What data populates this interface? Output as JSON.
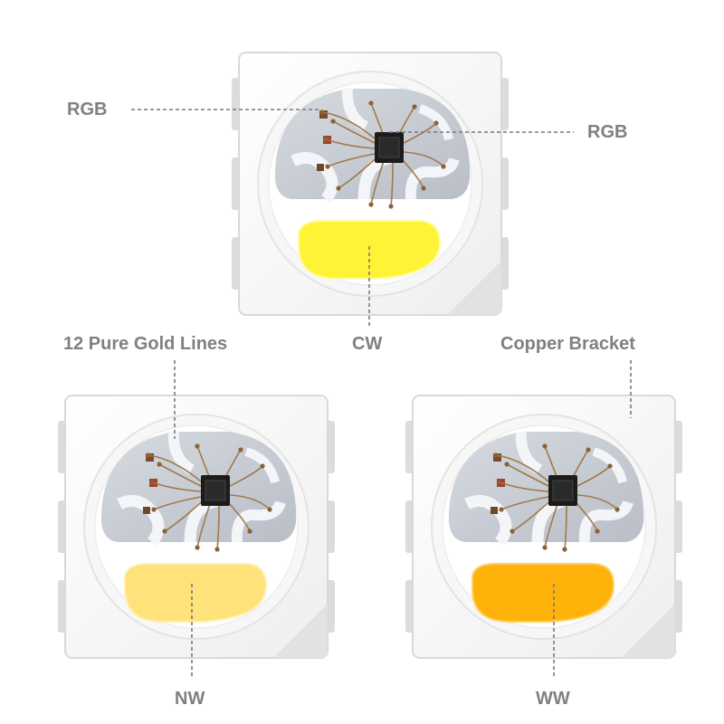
{
  "labels": {
    "rgb_left": "RGB",
    "rgb_right": "RGB",
    "cw": "CW",
    "gold_lines": "12 Pure Gold Lines",
    "copper_bracket": "Copper Bracket",
    "nw": "NW",
    "ww": "WW"
  },
  "leds": [
    {
      "id": "cw",
      "phosphor_color": "#fff337",
      "phosphor_edge": "#fffca8"
    },
    {
      "id": "nw",
      "phosphor_color": "#ffe27a",
      "phosphor_edge": "#fff0b8"
    },
    {
      "id": "ww",
      "phosphor_color": "#ffb30a",
      "phosphor_edge": "#ffd060"
    }
  ],
  "colors": {
    "package": "#ffffff",
    "package_edge": "#d9d9d9",
    "pad": "#c8ccd4",
    "trace": "#f3f5f8",
    "wire": "#a07a4a",
    "chip": "#1b1b1b",
    "label": "#808080",
    "leader": "#7a7a7a"
  }
}
